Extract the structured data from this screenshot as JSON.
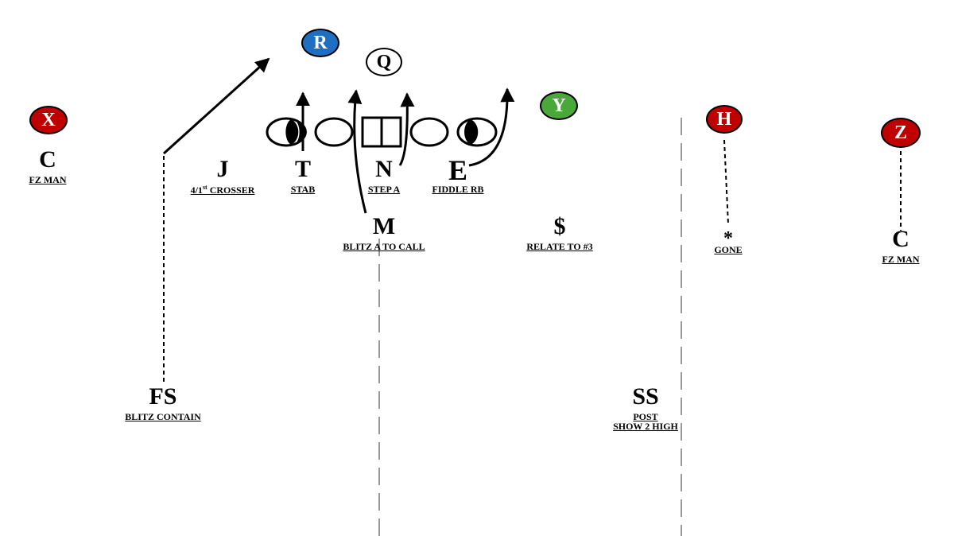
{
  "offense": {
    "R": {
      "label": "R",
      "color": "#1e6fc2"
    },
    "Q": {
      "label": "Q",
      "color": "#ffffff"
    },
    "Y": {
      "label": "Y",
      "color": "#4aa83a"
    },
    "X": {
      "label": "X",
      "color": "#c00000"
    },
    "H": {
      "label": "H",
      "color": "#c00000"
    },
    "Z": {
      "label": "Z",
      "color": "#c00000"
    }
  },
  "defense": {
    "c_left": {
      "letter": "C",
      "task": "FZ MAN"
    },
    "j": {
      "letter": "J",
      "task": "4/1",
      "task_sup": "st",
      "task_rest": " CROSSER"
    },
    "t": {
      "letter": "T",
      "task": "STAB"
    },
    "n": {
      "letter": "N",
      "task": "STEP A"
    },
    "e": {
      "letter": "E",
      "task": "FIDDLE RB"
    },
    "m": {
      "letter": "M",
      "task": "BLITZ A TO CALL"
    },
    "dollar": {
      "letter": "$",
      "task": "RELATE TO #3"
    },
    "star": {
      "letter": "*",
      "task": "GONE"
    },
    "c_right": {
      "letter": "C",
      "task": "FZ MAN"
    },
    "fs": {
      "letter": "FS",
      "task": "BLITZ CONTAIN"
    },
    "ss": {
      "letter": "SS",
      "task": "POST",
      "task2": "SHOW 2 HIGH"
    }
  }
}
